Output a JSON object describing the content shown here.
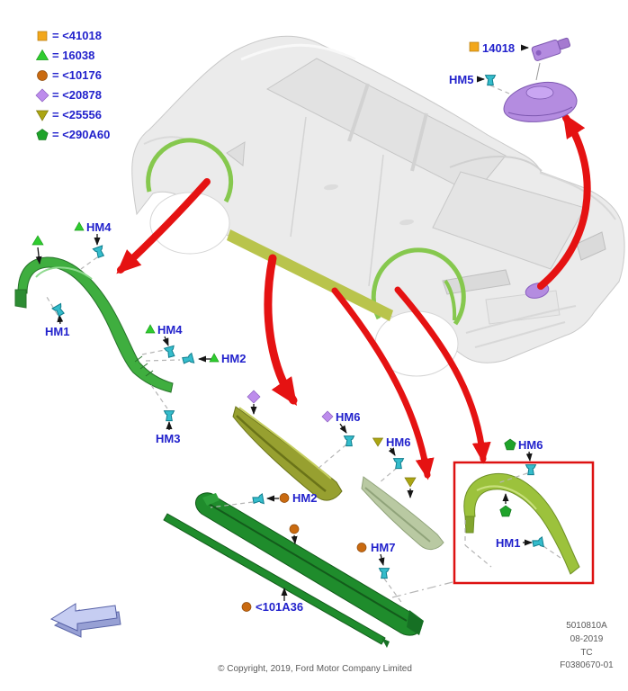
{
  "legend": {
    "items": [
      {
        "shape": "square",
        "color": "#F2A71B",
        "label": "= <41018"
      },
      {
        "shape": "triangle",
        "color": "#2FCC2F",
        "label": "= 16038"
      },
      {
        "shape": "circle",
        "color": "#C96A10",
        "label": "= <10176"
      },
      {
        "shape": "diamond",
        "color": "#BD8CEC",
        "label": "= <20878"
      },
      {
        "shape": "triangle-down",
        "color": "#ABA512",
        "label": "= <25556"
      },
      {
        "shape": "pentagon",
        "color": "#1FA32A",
        "label": "= <290A60"
      }
    ]
  },
  "callouts": {
    "hm1": "HM1",
    "hm2": "HM2",
    "hm3": "HM3",
    "hm4": "HM4",
    "hm5": "HM5",
    "hm6": "HM6",
    "hm7": "HM7",
    "part_14018": "14018",
    "part_101a36": "<101A36"
  },
  "footer": {
    "copyright": "© Copyright, 2019, Ford Motor Company Limited",
    "doc_number": "5010810A",
    "date": "08-2019",
    "code": "TC",
    "figure_number": "F0380670-01"
  },
  "colors": {
    "label_blue": "#2222CC",
    "arrow_red": "#E51212",
    "highlight_box_red": "#DD1111",
    "clip_cyan": "#35BCCB",
    "molding_green": "#3FAE3F",
    "molding_olive": "#97A030",
    "molding_pale_green": "#B9C9A2",
    "molding_dark_green": "#1F8C2C",
    "molding_yellow_green": "#9CC23C",
    "applique_purple": "#B48CE0"
  }
}
